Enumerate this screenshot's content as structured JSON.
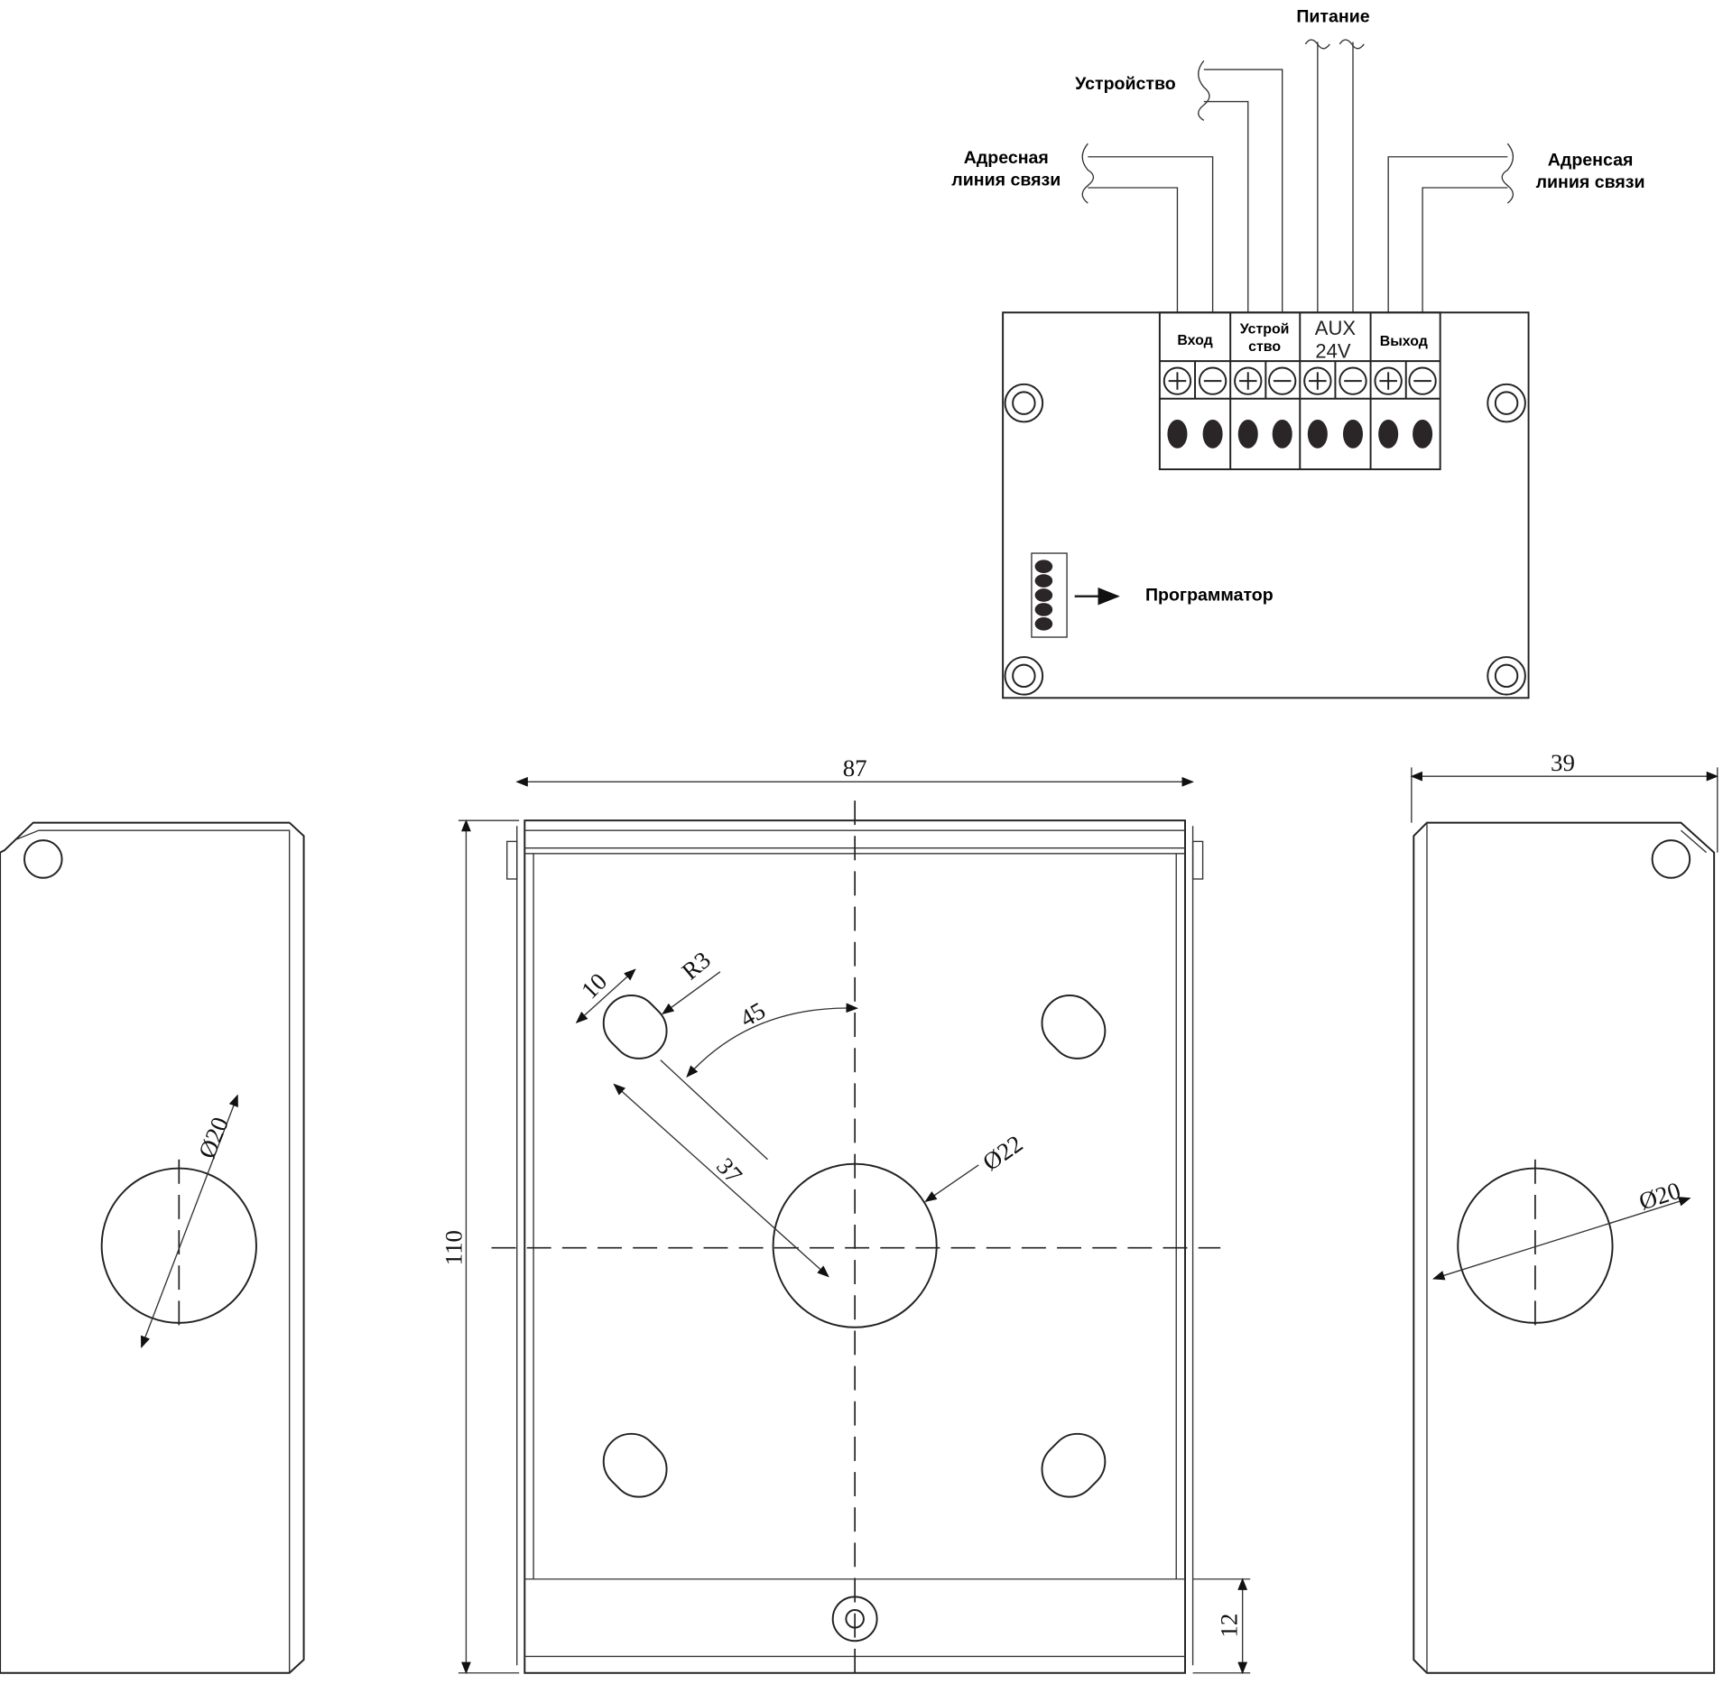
{
  "wiring": {
    "power": "Питание",
    "device": "Устройство",
    "addr_in_1": "Адресная",
    "addr_in_2": "линия связи",
    "addr_out_1": "Адренсая",
    "addr_out_2": "линия связи"
  },
  "terminal": {
    "groups": [
      {
        "line1": "Вход",
        "line2": ""
      },
      {
        "line1": "Устрой",
        "line2": "ство"
      },
      {
        "line1": "AUX",
        "line2": "24V"
      },
      {
        "line1": "Выход",
        "line2": ""
      }
    ],
    "plus": "+",
    "minus": "−"
  },
  "programmer": "Программатор",
  "dimensions": {
    "width": "87",
    "height": "110",
    "depth": "39",
    "bottom": "12",
    "angle": "45",
    "offset": "37",
    "slot": "10",
    "radius": "R3",
    "center_hole": "Ø22",
    "side_hole_left": "Ø20",
    "side_hole_right": "Ø20"
  }
}
